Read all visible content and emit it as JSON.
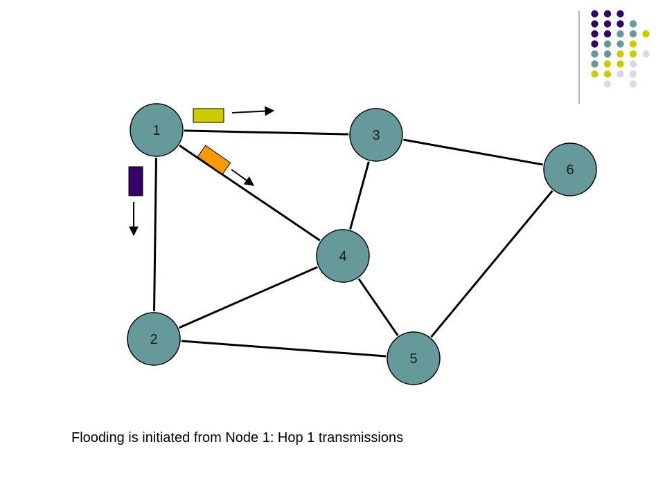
{
  "slide": {
    "caption": "Flooding is initiated from Node 1:  Hop 1 transmissions"
  },
  "graph": {
    "node_color": "#669999",
    "nodes": [
      {
        "id": "1",
        "label": "1"
      },
      {
        "id": "2",
        "label": "2"
      },
      {
        "id": "3",
        "label": "3"
      },
      {
        "id": "4",
        "label": "4"
      },
      {
        "id": "5",
        "label": "5"
      },
      {
        "id": "6",
        "label": "6"
      }
    ],
    "edges": [
      [
        "1",
        "3"
      ],
      [
        "1",
        "4"
      ],
      [
        "1",
        "2"
      ],
      [
        "3",
        "4"
      ],
      [
        "3",
        "6"
      ],
      [
        "2",
        "4"
      ],
      [
        "2",
        "5"
      ],
      [
        "4",
        "5"
      ],
      [
        "5",
        "6"
      ]
    ],
    "packets": [
      {
        "to": "3",
        "color": "#cccc00"
      },
      {
        "to": "4",
        "color": "#ff9900"
      },
      {
        "to": "2",
        "color": "#330066"
      }
    ]
  },
  "decoration": {
    "dot_colors": [
      "#330066",
      "#669999",
      "#cccc00",
      "#d9d9e8"
    ]
  }
}
